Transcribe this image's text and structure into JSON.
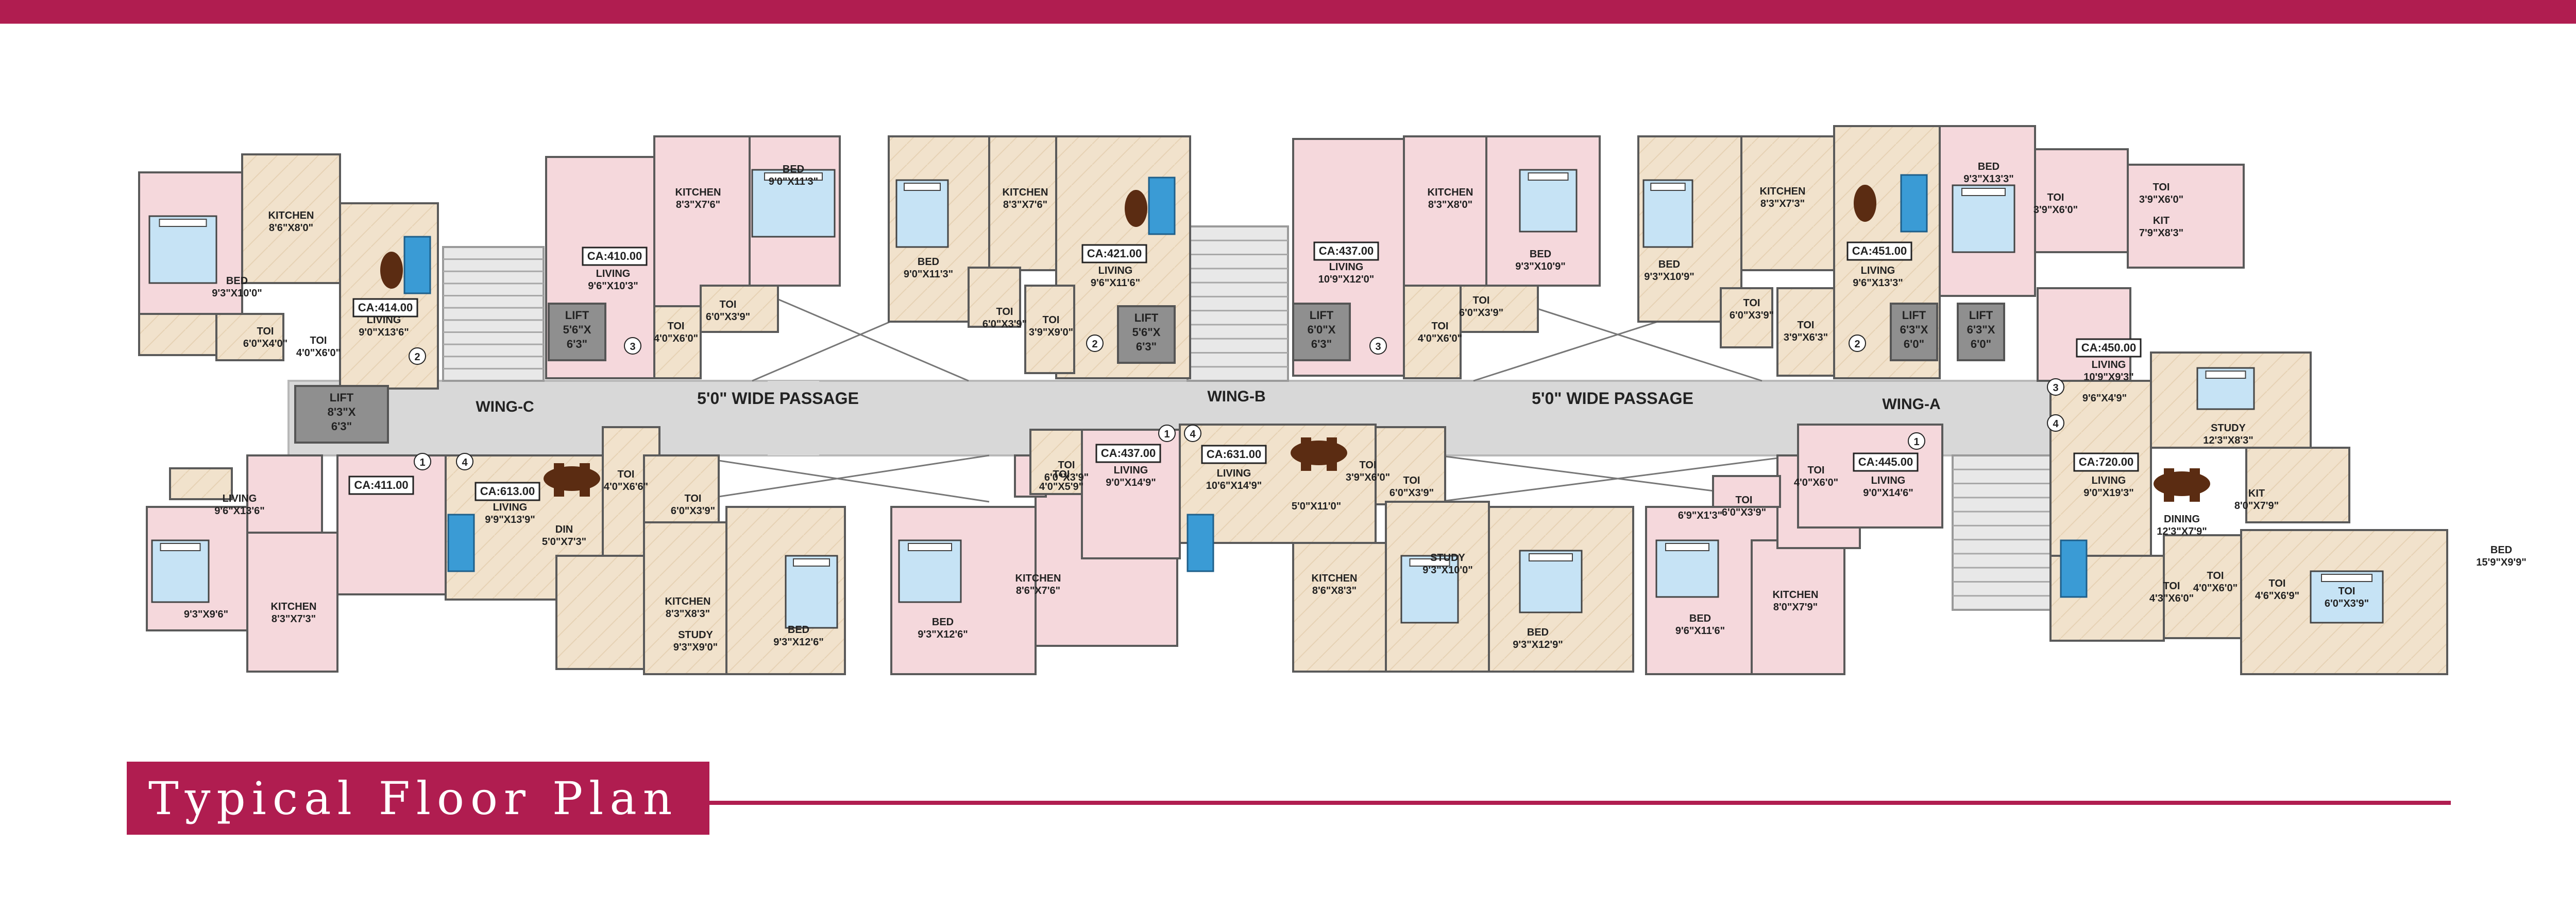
{
  "colors": {
    "accent": "#b01d50",
    "beige": "#efdfc6",
    "pink": "#f5d8dc",
    "passage": "#d8d8d8",
    "lift": "#8f8f8f",
    "wall": "#5a5a5a",
    "furniture": "#5b2c12",
    "sofa": "#3a9bd5",
    "bed": "#c6e3f5"
  },
  "title": "Typical Floor Plan",
  "wings": [
    "WING-C",
    "WING-B",
    "WING-A"
  ],
  "passages": [
    "5'0\" WIDE PASSAGE",
    "5'0\" WIDE PASSAGE"
  ],
  "lifts": [
    {
      "label": "LIFT",
      "dim1": "8'3\"X",
      "dim2": "6'3\""
    },
    {
      "label": "LIFT",
      "dim1": "5'6\"X",
      "dim2": "6'3\""
    },
    {
      "label": "LIFT",
      "dim1": "5'6\"X",
      "dim2": "6'3\""
    },
    {
      "label": "LIFT",
      "dim1": "6'0\"X",
      "dim2": "6'3\""
    },
    {
      "label": "LIFT",
      "dim1": "6'3\"X",
      "dim2": "6'0\""
    },
    {
      "label": "LIFT",
      "dim1": "6'3\"X",
      "dim2": "6'0\""
    }
  ],
  "carpet_areas": [
    "CA:414.00",
    "CA:410.00",
    "CA:421.00",
    "CA:437.00",
    "CA:451.00",
    "CA:450.00",
    "CA:411.00",
    "CA:613.00",
    "CA:437.00",
    "CA:631.00",
    "CA:445.00",
    "CA:720.00"
  ],
  "unit_numbers": [
    "2",
    "3",
    "2",
    "3",
    "2",
    "3",
    "1",
    "4",
    "1",
    "4",
    "1",
    "4"
  ],
  "rooms": [
    {
      "name": "BED",
      "dim": "9'3\"X10'0\""
    },
    {
      "name": "KITCHEN",
      "dim": "8'6\"X8'0\""
    },
    {
      "name": "TOI",
      "dim": "6'0\"X4'0\""
    },
    {
      "name": "TOI",
      "dim": "4'0\"X6'0\""
    },
    {
      "name": "LIVING",
      "dim": "9'0\"X13'6\""
    },
    {
      "name": "LIVING",
      "dim": "9'6\"X10'3\""
    },
    {
      "name": "KITCHEN",
      "dim": "8'3\"X7'6\""
    },
    {
      "name": "BED",
      "dim": "9'0\"X11'3\""
    },
    {
      "name": "TOI",
      "dim": "4'0\"X6'0\""
    },
    {
      "name": "TOI",
      "dim": "6'0\"X3'9\""
    },
    {
      "name": "KITCHEN",
      "dim": "8'3\"X7'6\""
    },
    {
      "name": "BED",
      "dim": "9'0\"X11'3\""
    },
    {
      "name": "TOI",
      "dim": "6'0\"X3'9\""
    },
    {
      "name": "TOI",
      "dim": "3'9\"X9'0\""
    },
    {
      "name": "LIVING",
      "dim": "9'6\"X11'6\""
    },
    {
      "name": "LIVING",
      "dim": "10'9\"X12'0\""
    },
    {
      "name": "KITCHEN",
      "dim": "8'3\"X8'0\""
    },
    {
      "name": "BED",
      "dim": "9'3\"X10'9\""
    },
    {
      "name": "TOI",
      "dim": "4'0\"X6'0\""
    },
    {
      "name": "TOI",
      "dim": "6'0\"X3'9\""
    },
    {
      "name": "BED",
      "dim": "9'3\"X10'9\""
    },
    {
      "name": "KITCHEN",
      "dim": "8'3\"X7'3\""
    },
    {
      "name": "TOI",
      "dim": "6'0\"X3'9\""
    },
    {
      "name": "TOI",
      "dim": "3'9\"X6'3\""
    },
    {
      "name": "LIVING",
      "dim": "9'6\"X13'3\""
    },
    {
      "name": "BED",
      "dim": "9'3\"X13'3\""
    },
    {
      "name": "TOI",
      "dim": "3'9\"X6'0\""
    },
    {
      "name": "TOI",
      "dim": "3'9\"X6'0\""
    },
    {
      "name": "KIT",
      "dim": "7'9\"X8'3\""
    },
    {
      "name": "LIVING",
      "dim": "10'9\"X9'3\""
    },
    {
      "name": "",
      "dim": "9'6\"X4'9\""
    },
    {
      "name": "TOI",
      "dim": "6'0\"X3'9\""
    },
    {
      "name": "TOI",
      "dim": "4'0\"X6'0\""
    },
    {
      "name": "LIVING",
      "dim": "9'6\"X13'6\""
    },
    {
      "name": "",
      "dim": "9'3\"X9'6\""
    },
    {
      "name": "KITCHEN",
      "dim": "8'3\"X7'3\""
    },
    {
      "name": "LIVING",
      "dim": "9'9\"X13'9\""
    },
    {
      "name": "DIN",
      "dim": "5'0\"X7'3\""
    },
    {
      "name": "TOI",
      "dim": "4'0\"X6'6\""
    },
    {
      "name": "TOI",
      "dim": "6'0\"X3'9\""
    },
    {
      "name": "KITCHEN",
      "dim": "8'3\"X8'3\""
    },
    {
      "name": "STUDY",
      "dim": "9'3\"X9'0\""
    },
    {
      "name": "BED",
      "dim": "9'3\"X12'6\""
    },
    {
      "name": "TOI",
      "dim": "6'0\"X3'9\""
    },
    {
      "name": "TOI",
      "dim": "4'0\"X5'9\""
    },
    {
      "name": "LIVING",
      "dim": "9'0\"X14'9\""
    },
    {
      "name": "BED",
      "dim": "9'3\"X12'6\""
    },
    {
      "name": "KITCHEN",
      "dim": "8'6\"X7'6\""
    },
    {
      "name": "LIVING",
      "dim": "10'6\"X14'9\""
    },
    {
      "name": "",
      "dim": "5'0\"X11'0\""
    },
    {
      "name": "TOI",
      "dim": "3'9\"X6'0\""
    },
    {
      "name": "TOI",
      "dim": "6'0\"X3'9\""
    },
    {
      "name": "KITCHEN",
      "dim": "8'6\"X8'3\""
    },
    {
      "name": "STUDY",
      "dim": "9'3\"X10'0\""
    },
    {
      "name": "BED",
      "dim": "9'3\"X12'9\""
    },
    {
      "name": "TOI",
      "dim": "4'0\"X6'0\""
    },
    {
      "name": "TOI",
      "dim": "6'0\"X3'9\""
    },
    {
      "name": "LIVING",
      "dim": "9'0\"X14'6\""
    },
    {
      "name": "",
      "dim": "6'9\"X1'3\""
    },
    {
      "name": "KITCHEN",
      "dim": "8'0\"X7'9\""
    },
    {
      "name": "BED",
      "dim": "9'6\"X11'6\""
    },
    {
      "name": "STUDY",
      "dim": "12'3\"X8'3\""
    },
    {
      "name": "KIT",
      "dim": "8'0\"X7'9\""
    },
    {
      "name": "LIVING",
      "dim": "9'0\"X19'3\""
    },
    {
      "name": "DINING",
      "dim": "12'3\"X7'9\""
    },
    {
      "name": "TOI",
      "dim": "4'6\"X6'9\""
    },
    {
      "name": "TOI",
      "dim": "4'3\"X6'0\""
    },
    {
      "name": "BED",
      "dim": "15'9\"X9'9\""
    }
  ]
}
